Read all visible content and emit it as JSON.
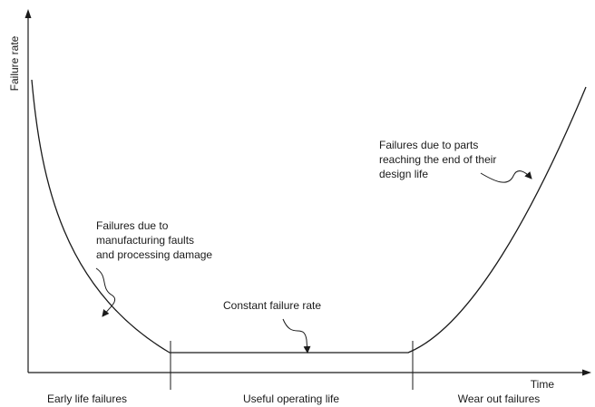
{
  "axes": {
    "y_label": "Failure rate",
    "x_label": "Time"
  },
  "phases": [
    {
      "label": "Early life failures"
    },
    {
      "label": "Useful operating life"
    },
    {
      "label": "Wear out failures"
    }
  ],
  "annotations": {
    "early": [
      "Failures due to",
      "manufacturing faults",
      "and processing damage"
    ],
    "constant": [
      "Constant failure rate"
    ],
    "wearout": [
      "Failures due to parts",
      "reaching the end of their",
      "design life"
    ]
  },
  "colors": {
    "ink": "#1a1a1a",
    "background": "#ffffff"
  }
}
